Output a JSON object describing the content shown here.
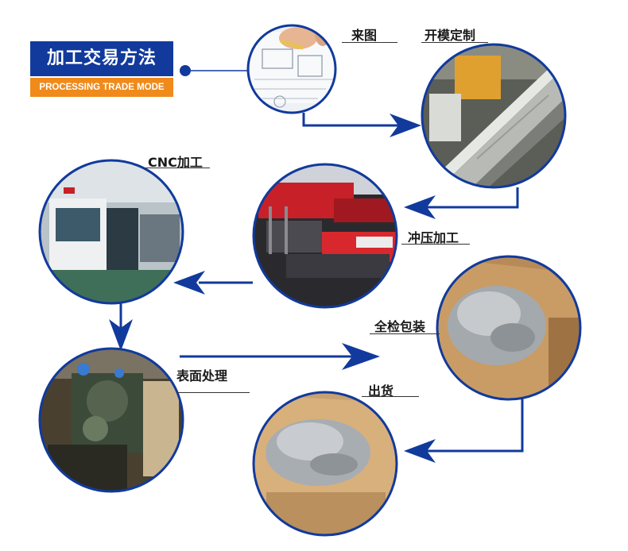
{
  "title": {
    "main": "加工交易方法",
    "sub": "PROCESSING TRADE MODE"
  },
  "steps": [
    {
      "label": "来图",
      "photo": "technical drawing with pencil"
    },
    {
      "label": "开模定制",
      "photo": "metal mold on workbench"
    },
    {
      "label": "冲压加工",
      "photo": "stamping press machine"
    },
    {
      "label": "CNC加工",
      "photo": "CNC machining centers"
    },
    {
      "label": "表面处理",
      "photo": "surface treatment machinery"
    },
    {
      "label": "全检包装",
      "photo": "inspected parts in paper bag"
    },
    {
      "label": "出货",
      "photo": "packed parts ready for shipping"
    }
  ],
  "colors": {
    "primary_blue": "#113a9c",
    "orange": "#f08a1a"
  }
}
